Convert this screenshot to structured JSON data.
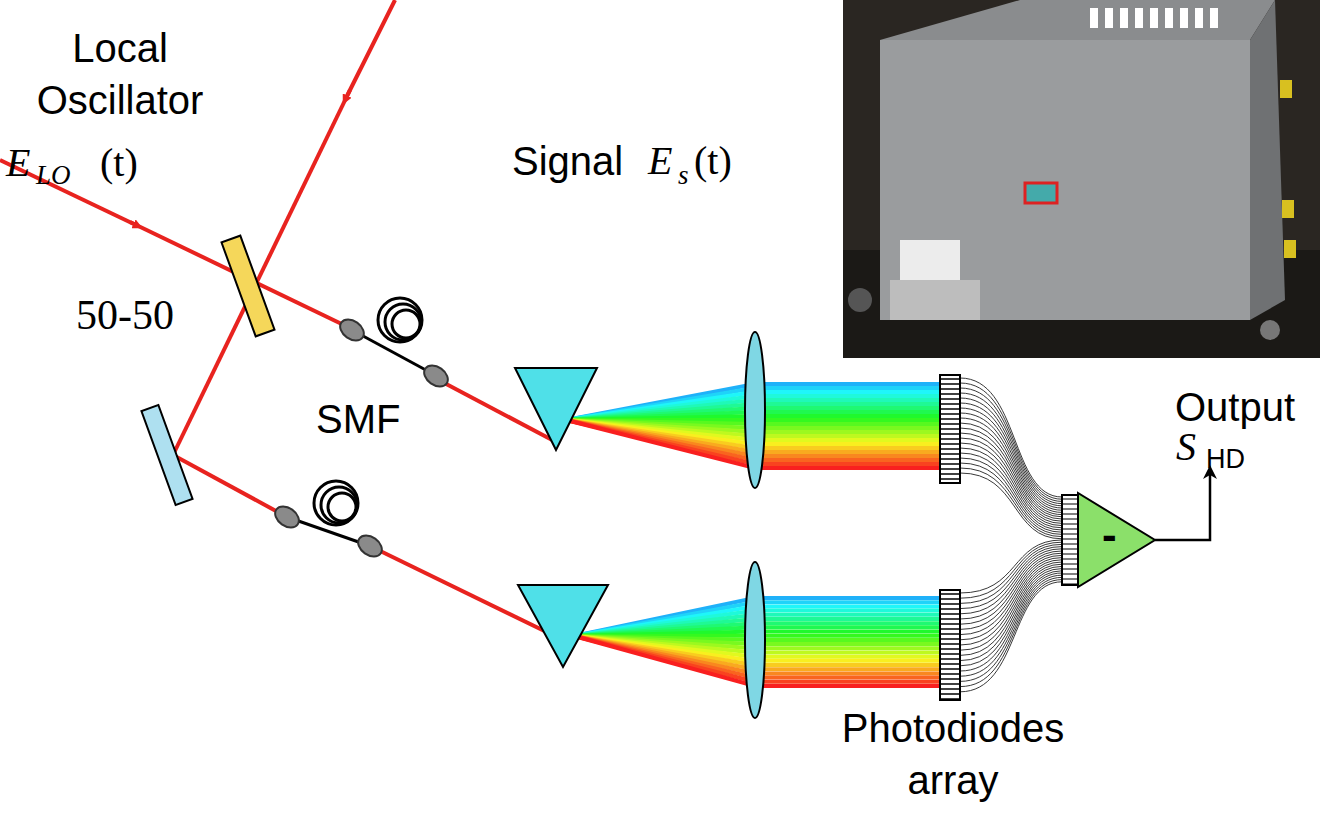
{
  "diagram": {
    "nodes": [
      {
        "text": [
          "-"
        ]
      }
    ],
    "labels": [
      "Local Oscillator",
      "E",
      "LO",
      "(t)",
      "Signal",
      "E",
      "s",
      "(t)",
      "50-50",
      "SMF",
      "Output",
      "S",
      "HD",
      "Photodiodes array"
    ]
  }
}
